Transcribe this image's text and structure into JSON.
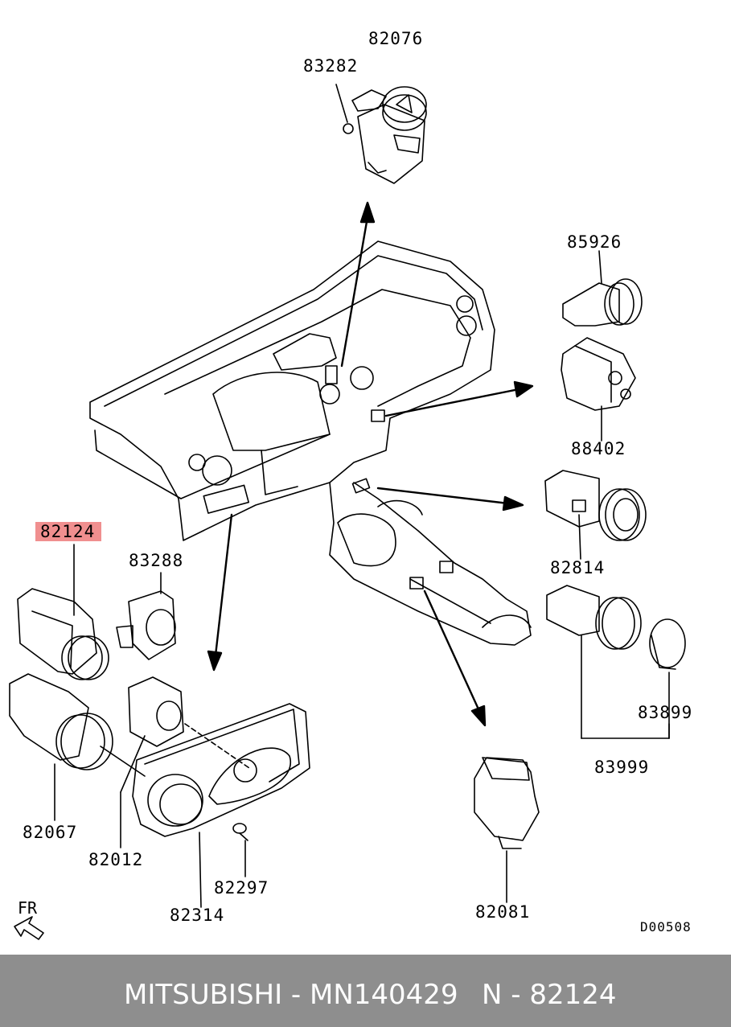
{
  "diagram_labels": {
    "p82076": "82076",
    "p83282": "83282",
    "p85926": "85926",
    "p88402": "88402",
    "p82814": "82814",
    "p82124": "82124",
    "p83288": "83288",
    "p83899": "83899",
    "p83999": "83999",
    "p82067": "82067",
    "p82012": "82012",
    "p82297": "82297",
    "p82314": "82314",
    "p82081": "82081"
  },
  "highlight_color": "#f08f8f",
  "drawing_code": "D00508",
  "direction_label": "FR",
  "footer": {
    "brand_part": "MITSUBISHI - MN140429",
    "ref": "N - 82124",
    "background": "#8e8e8e"
  }
}
